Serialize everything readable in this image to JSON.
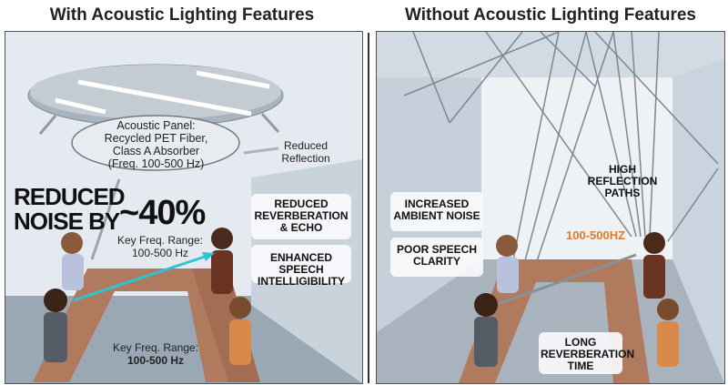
{
  "left": {
    "title": "With Acoustic Lighting Features",
    "panel_label": [
      "Acoustic Panel:",
      "Recycled PET Fiber,",
      "Class A Absorber",
      "(Freq. 100-500 Hz)"
    ],
    "reduced_reflection": [
      "Reduced",
      "Reflection"
    ],
    "noise_line1": "REDUCED",
    "noise_line2": "NOISE BY",
    "noise_value": "~40%",
    "key_freq_top": [
      "Key Freq. Range:",
      "100-500 Hz"
    ],
    "callouts": [
      {
        "lines": [
          "REDUCED",
          "REVERBERATION",
          "& ECHO"
        ]
      },
      {
        "lines": [
          "ENHANCED SPEECH",
          "INTELLIGIBILITY"
        ]
      }
    ],
    "key_freq_bottom": [
      "Key Freq. Range:",
      "100-500 Hz"
    ]
  },
  "right": {
    "title": "Without Acoustic Lighting Features",
    "callouts": [
      {
        "lines": [
          "INCREASED",
          "AMBIENT NOISE"
        ]
      },
      {
        "lines": [
          "POOR SPEECH",
          "CLARITY"
        ]
      }
    ],
    "reflection_label": [
      "HIGH",
      "REFLECTION",
      "PATHS"
    ],
    "freq_label": "100-500HZ",
    "reverb_label": [
      "LONG",
      "REVERBERATION",
      "TIME"
    ]
  },
  "colors": {
    "accent_cyan": "#2ec4d6",
    "freq_orange": "#e07b2a",
    "table": "#b07a5e"
  }
}
